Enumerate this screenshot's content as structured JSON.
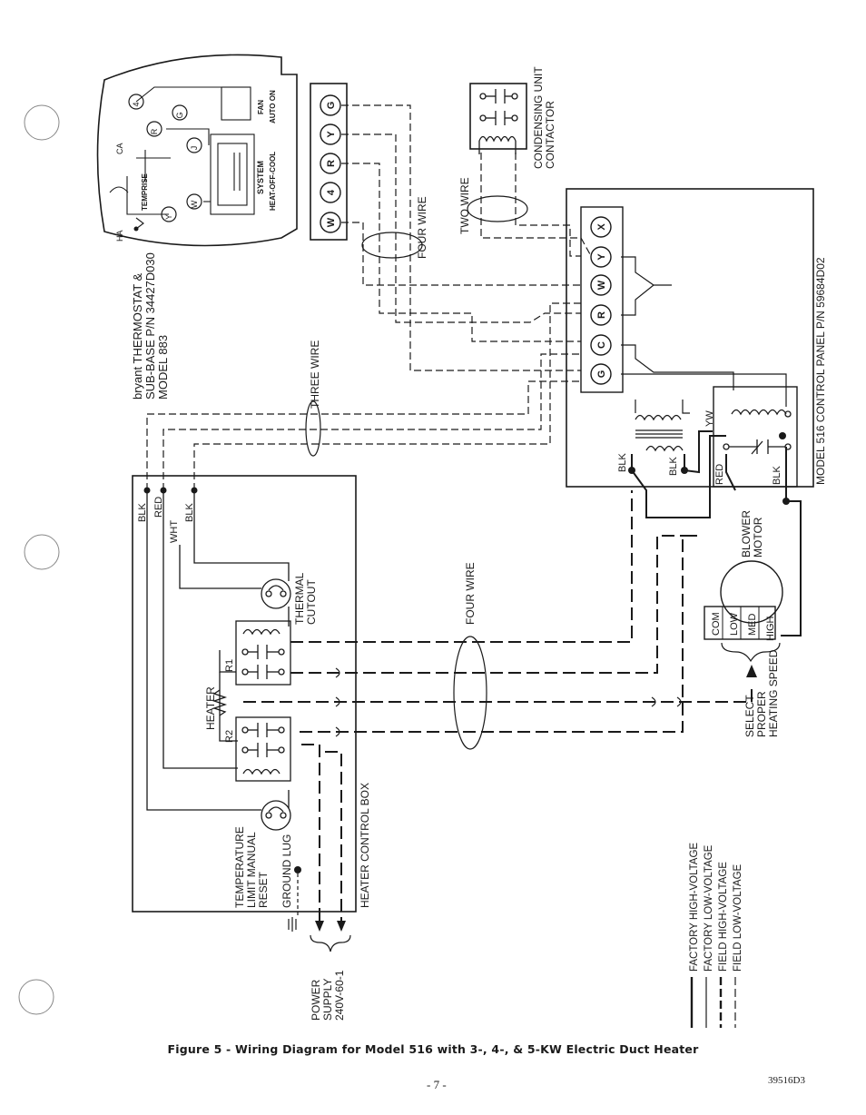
{
  "thermostat": {
    "brand": "bryant THERMOSTAT &",
    "subbase": "SUB-BASE P/N 34427D030",
    "model": "MODEL 883",
    "terminals": [
      "4",
      "R",
      "G",
      "J",
      "W",
      "Y"
    ],
    "ca_label": "CA",
    "ha_label": "HA",
    "temprise_label": "TEMPRISE",
    "fan_label": "FAN",
    "fan_options": "AUTO ON",
    "system_label": "SYSTEM",
    "system_options": "HEAT-OFF-COOL"
  },
  "subbase_terminals": [
    "W",
    "4",
    "R",
    "Y",
    "G"
  ],
  "contactor_label_1": "CONDENSING UNIT",
  "contactor_label_2": "CONTACTOR",
  "two_wire": "TWO WIRE",
  "four_wire_top": "FOUR WIRE",
  "three_wire": "THREE WIRE",
  "four_wire_bottom": "FOUR WIRE",
  "control_panel": {
    "label": "MODEL 516 CONTROL PANEL P/N 59684D02",
    "terminals": [
      "X",
      "Y",
      "W",
      "R",
      "C",
      "G"
    ],
    "yw": "YW",
    "blk1": "BLK",
    "blk2": "BLK",
    "red": "RED",
    "blk3": "BLK"
  },
  "blower": {
    "label_1": "BLOWER",
    "label_2": "MOTOR",
    "com": "COM",
    "low": "LOW",
    "med": "MED",
    "high": "HIGH"
  },
  "select_speed": [
    "SELECT",
    "PROPER",
    "HEATING SPEED"
  ],
  "heater_box": {
    "label": "HEATER CONTROL BOX",
    "wires": [
      "BLK",
      "RED",
      "WHT",
      "BLK"
    ],
    "thermal_cutout": [
      "THERMAL",
      "CUTOUT"
    ],
    "heater": "HEATER",
    "r1": "R1",
    "r2": "R2",
    "temp_limit": [
      "TEMPERATURE",
      "LIMIT MANUAL",
      "RESET"
    ],
    "ground_lug": "GROUND LUG"
  },
  "power_supply": [
    "POWER",
    "SUPPLY",
    "240V-60-1"
  ],
  "legend": [
    "FACTORY HIGH-VOLTAGE",
    "FACTORY LOW-VOLTAGE",
    "FIELD HIGH-VOLTAGE",
    "FIELD LOW-VOLTAGE"
  ],
  "caption": "Figure 5 - Wiring Diagram for Model 516 with 3-, 4-, & 5-KW Electric Duct Heater",
  "page_number": "- 7 -",
  "doc_number": "39516D3"
}
